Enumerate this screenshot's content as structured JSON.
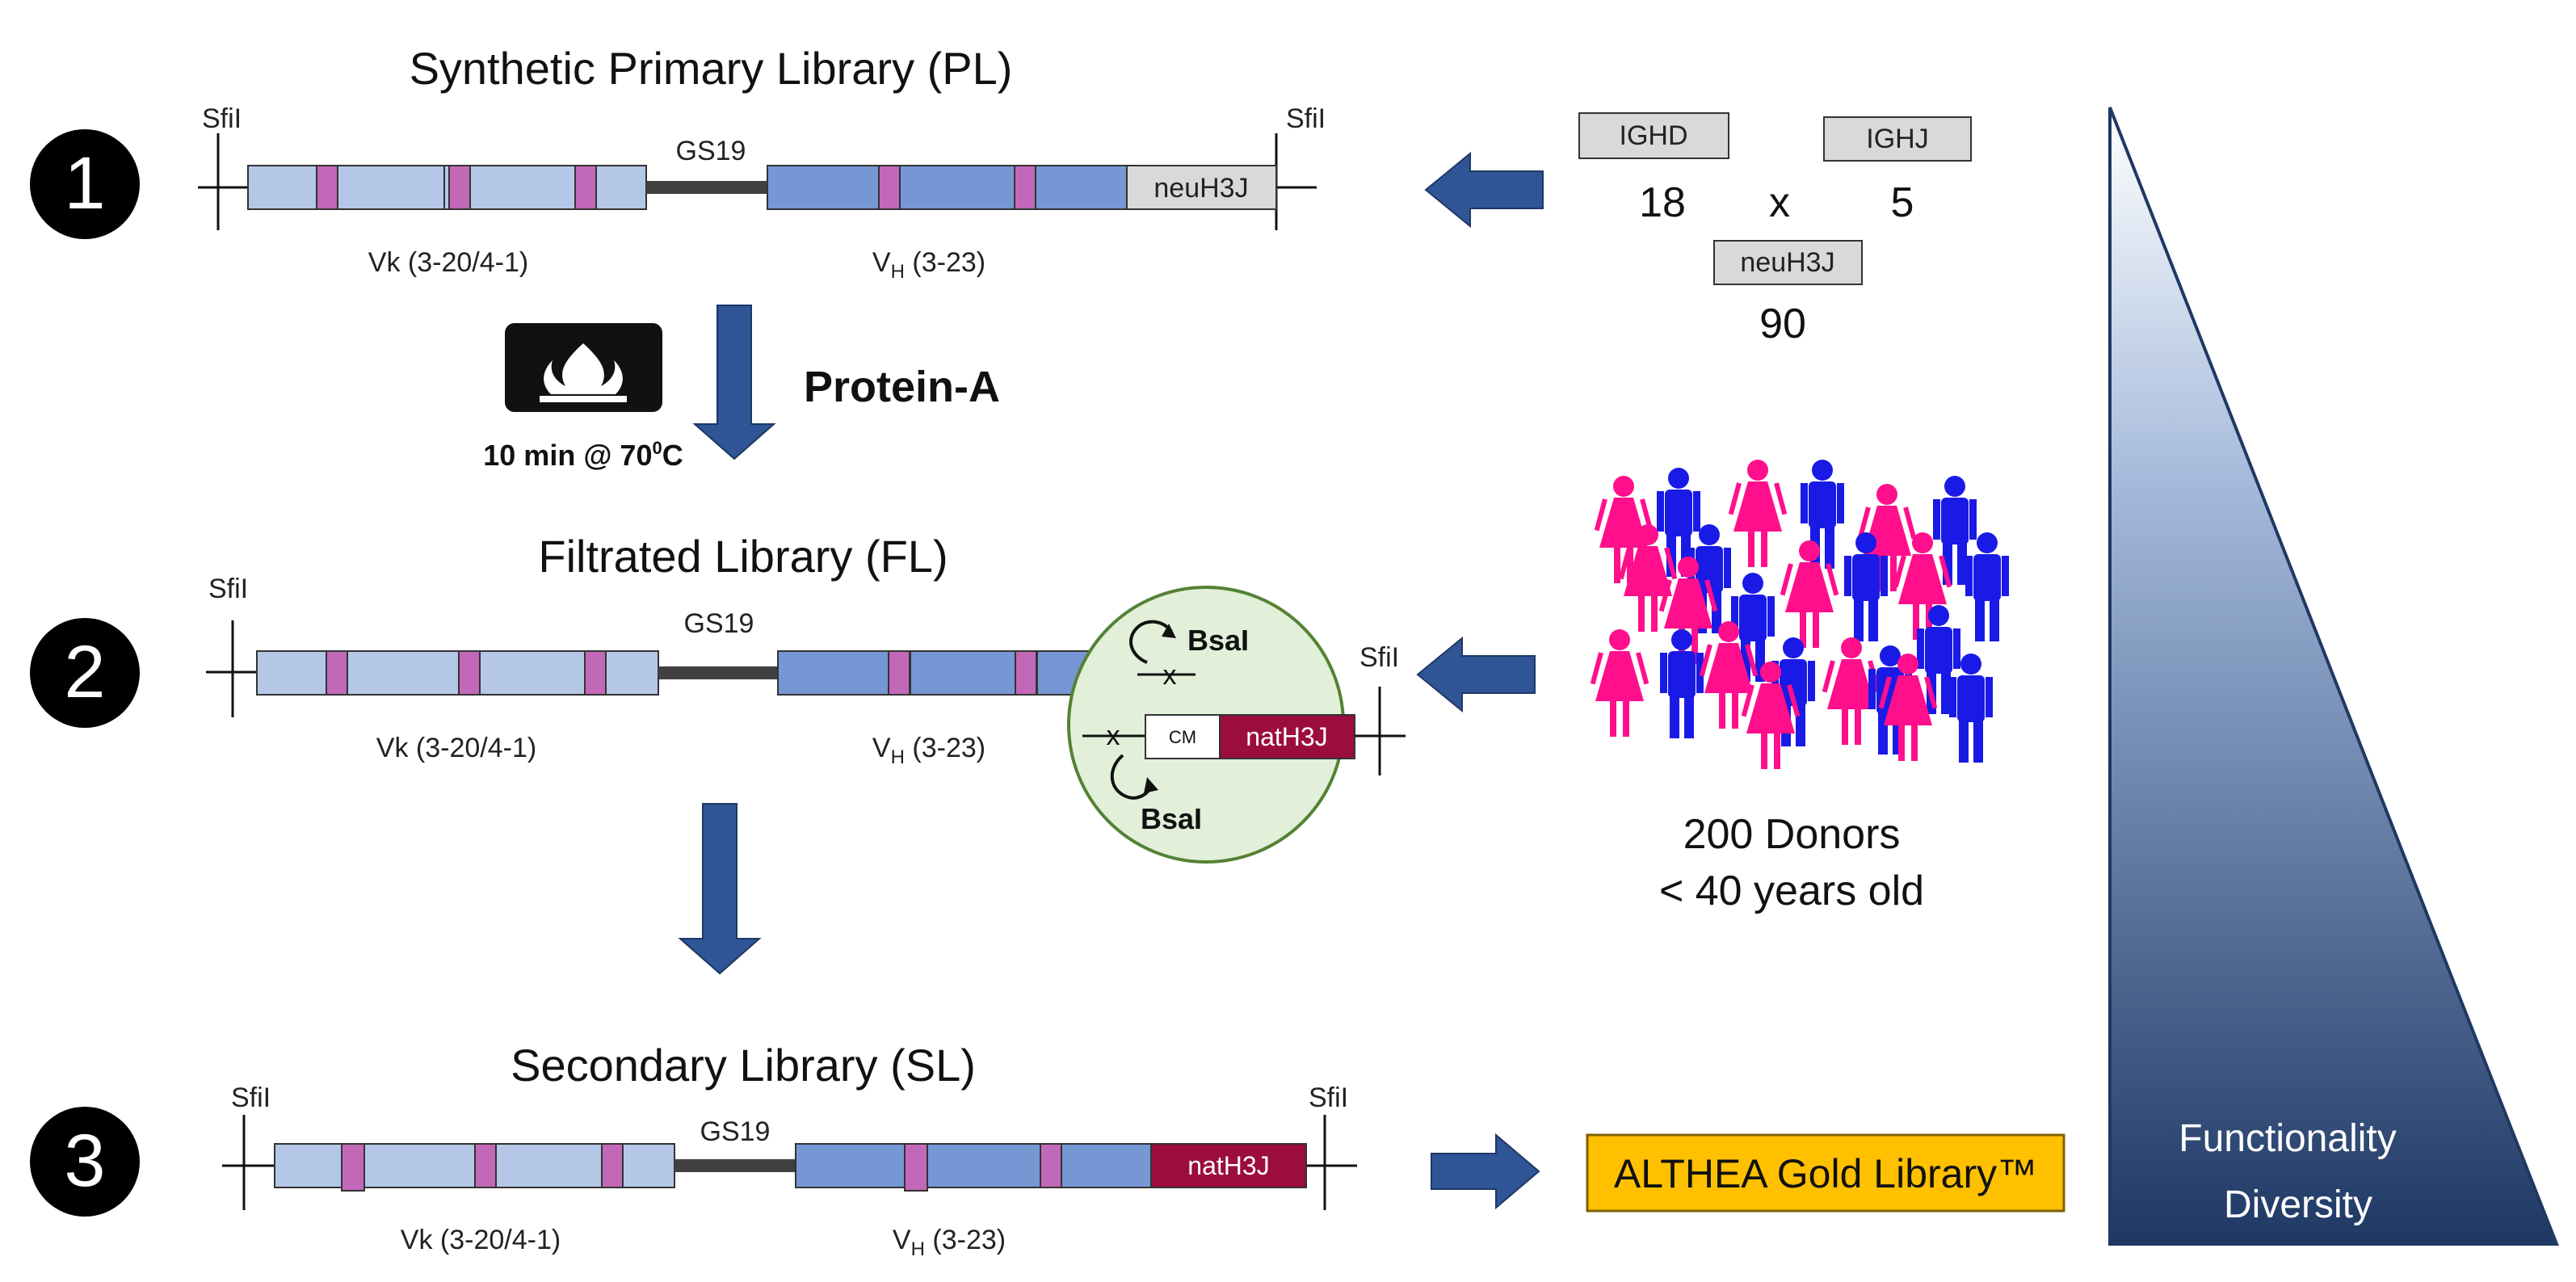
{
  "colors": {
    "vk": "#b4c7e7",
    "vh": "#7598d4",
    "cdr": "#c268b8",
    "linker": "#404040",
    "neu": "#d9d9d9",
    "nat": "#9b0d3c",
    "arrow": "#2f5597",
    "circle": "#e2efd9",
    "circle_stroke": "#548235",
    "female": "#ff0f8c",
    "male": "#1a1ae6",
    "gold": "#ffc000",
    "triangle_top": "#ffffff",
    "triangle_bottom": "#1f3864"
  },
  "step1": {
    "number": "1",
    "title": "Synthetic Primary Library (PL)",
    "sfi_left": "SfiI",
    "sfi_right": "SfiI",
    "linker": "GS19",
    "end_label": "neuH3J",
    "vk_label": "Vk (3-20/4-1)",
    "vh_label": "V",
    "vh_sub": "H",
    "vh_rest": " (3-23)"
  },
  "heat": {
    "time_label": "10 min @ 70",
    "sup": "0",
    "unit": "C",
    "reagent": "Protein-A",
    "icon": "flame-icon"
  },
  "step2": {
    "number": "2",
    "title": "Filtrated Library (FL)",
    "sfi_left": "SfiI",
    "sfi_right": "SfiI",
    "linker": "GS19",
    "vk_label": "Vk (3-20/4-1)",
    "vh_label": "V",
    "vh_sub": "H",
    "vh_rest": " (3-23)",
    "bsal_top": "BsaI",
    "bsal_bottom": "BsaI",
    "cm": "CM",
    "nat": "natH3J",
    "cut_mark": "x"
  },
  "step3": {
    "number": "3",
    "title": "Secondary Library (SL)",
    "sfi_left": "SfiI",
    "sfi_right": "SfiI",
    "linker": "GS19",
    "end_label": "natH3J",
    "vk_label": "Vk (3-20/4-1)",
    "vh_label": "V",
    "vh_sub": "H",
    "vh_rest": " (3-23)"
  },
  "combo": {
    "ighd": "IGHD",
    "ighj": "IGHJ",
    "n_ighd": "18",
    "times": "x",
    "n_ighj": "5",
    "neu": "neuH3J",
    "n_neu": "90"
  },
  "donors": {
    "line1": "200 Donors",
    "line2": "< 40 years old",
    "icon": "people-icon"
  },
  "product": "ALTHEA Gold Library™",
  "triangle": {
    "line1": "Functionality",
    "line2": "Diversity"
  }
}
